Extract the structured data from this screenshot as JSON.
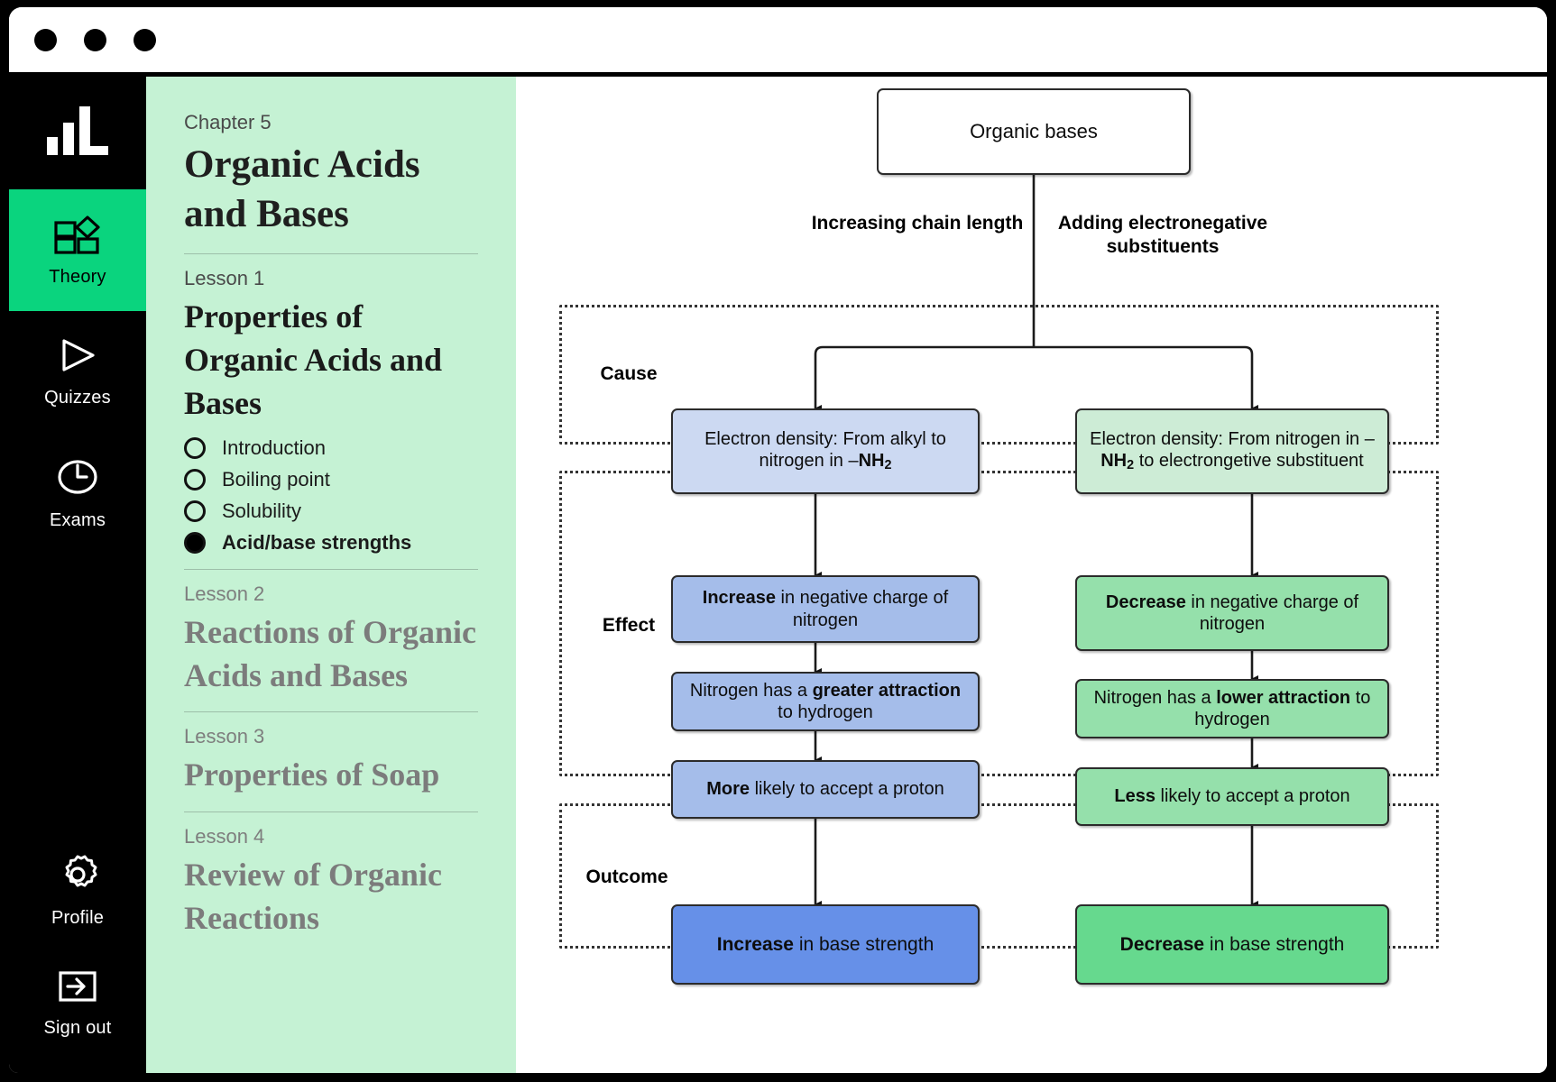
{
  "window": {
    "dots": [
      "close",
      "minimize",
      "maximize"
    ]
  },
  "rail": {
    "logo_icon": "bar-chart-logo",
    "items": [
      {
        "label": "Theory",
        "icon": "blocks-icon",
        "active": true
      },
      {
        "label": "Quizzes",
        "icon": "play-icon",
        "active": false
      },
      {
        "label": "Exams",
        "icon": "clock-icon",
        "active": false
      }
    ],
    "bottom_items": [
      {
        "label": "Profile",
        "icon": "gear-icon"
      },
      {
        "label": "Sign out",
        "icon": "sign-out-icon"
      }
    ]
  },
  "sidebar": {
    "chapter_eyebrow": "Chapter 5",
    "chapter_title": "Organic Acids and Bases",
    "lessons": [
      {
        "eyebrow": "Lesson 1",
        "title": "Properties of Organic Acids and Bases",
        "active": true,
        "topics": [
          {
            "label": "Introduction",
            "selected": false
          },
          {
            "label": "Boiling point",
            "selected": false
          },
          {
            "label": "Solubility",
            "selected": false
          },
          {
            "label": "Acid/base strengths",
            "selected": true
          }
        ]
      },
      {
        "eyebrow": "Lesson 2",
        "title": "Reactions of Organic Acids and Bases",
        "active": false,
        "topics": []
      },
      {
        "eyebrow": "Lesson 3",
        "title": "Properties of Soap",
        "active": false,
        "topics": []
      },
      {
        "eyebrow": "Lesson 4",
        "title": "Review of Organic Reactions",
        "active": false,
        "topics": []
      }
    ]
  },
  "diagram": {
    "root": {
      "label": "Organic bases"
    },
    "branch_labels": {
      "left": "Increasing chain length",
      "right": "Adding electronegative substituents"
    },
    "bands": [
      {
        "name": "Cause",
        "label": "Cause"
      },
      {
        "name": "Effect",
        "label": "Effect"
      },
      {
        "name": "Outcome",
        "label": "Outcome"
      }
    ],
    "colors": {
      "cause_left": "#ccd9f2",
      "cause_right": "#cdecd6",
      "effect_left": "#a5bdea",
      "effect_right": "#95e0ab",
      "outcome_left": "#6690e8",
      "outcome_right": "#66d98e",
      "stroke": "#2b2b2b",
      "accent_green": "#0ad47e",
      "sidebar_bg": "#c5f2d4"
    },
    "cause": {
      "left": {
        "html": "Electron density: From alkyl to nitrogen in &ndash;<b>NH<sub>2</sub></b>"
      },
      "right": {
        "html": "Electron density: From nitrogen in &ndash;<b>NH<sub>2</sub></b> to electrongetive substituent"
      }
    },
    "effect": {
      "left": [
        {
          "html": "<b>Increase</b> in negative charge of nitrogen"
        },
        {
          "html": "Nitrogen has a <b>greater attraction</b> to hydrogen"
        },
        {
          "html": "<b>More</b> likely to accept a proton"
        }
      ],
      "right": [
        {
          "html": "<b>Decrease</b> in negative charge of nitrogen"
        },
        {
          "html": "Nitrogen has a <b>lower attraction</b> to hydrogen"
        },
        {
          "html": "<b>Less</b> likely to accept a proton"
        }
      ]
    },
    "outcome": {
      "left": {
        "html": "<b>Increase</b> in base strength"
      },
      "right": {
        "html": "<b>Decrease</b> in base strength"
      }
    }
  }
}
